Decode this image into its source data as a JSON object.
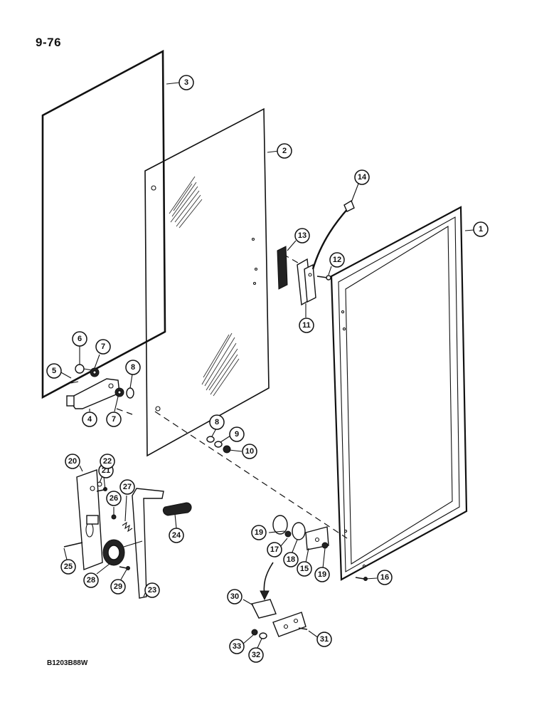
{
  "page_number": "9-76",
  "figure_code": "B1203B88W",
  "callouts": [
    {
      "id": "c1",
      "label": "1"
    },
    {
      "id": "c2",
      "label": "2"
    },
    {
      "id": "c3",
      "label": "3"
    },
    {
      "id": "c4",
      "label": "4"
    },
    {
      "id": "c5",
      "label": "5"
    },
    {
      "id": "c6",
      "label": "6"
    },
    {
      "id": "c7a",
      "label": "7"
    },
    {
      "id": "c7b",
      "label": "7"
    },
    {
      "id": "c8a",
      "label": "8"
    },
    {
      "id": "c8b",
      "label": "8"
    },
    {
      "id": "c9",
      "label": "9"
    },
    {
      "id": "c10",
      "label": "10"
    },
    {
      "id": "c11",
      "label": "11"
    },
    {
      "id": "c12",
      "label": "12"
    },
    {
      "id": "c13",
      "label": "13"
    },
    {
      "id": "c14",
      "label": "14"
    },
    {
      "id": "c15",
      "label": "15"
    },
    {
      "id": "c16",
      "label": "16"
    },
    {
      "id": "c17",
      "label": "17"
    },
    {
      "id": "c18",
      "label": "18"
    },
    {
      "id": "c19a",
      "label": "19"
    },
    {
      "id": "c19b",
      "label": "19"
    },
    {
      "id": "c20",
      "label": "20"
    },
    {
      "id": "c21",
      "label": "21"
    },
    {
      "id": "c22",
      "label": "22"
    },
    {
      "id": "c23",
      "label": "23"
    },
    {
      "id": "c24",
      "label": "24"
    },
    {
      "id": "c25",
      "label": "25"
    },
    {
      "id": "c26",
      "label": "26"
    },
    {
      "id": "c27",
      "label": "27"
    },
    {
      "id": "c28",
      "label": "28"
    },
    {
      "id": "c29",
      "label": "29"
    },
    {
      "id": "c30",
      "label": "30"
    },
    {
      "id": "c31",
      "label": "31"
    },
    {
      "id": "c32",
      "label": "32"
    },
    {
      "id": "c33",
      "label": "33"
    }
  ]
}
